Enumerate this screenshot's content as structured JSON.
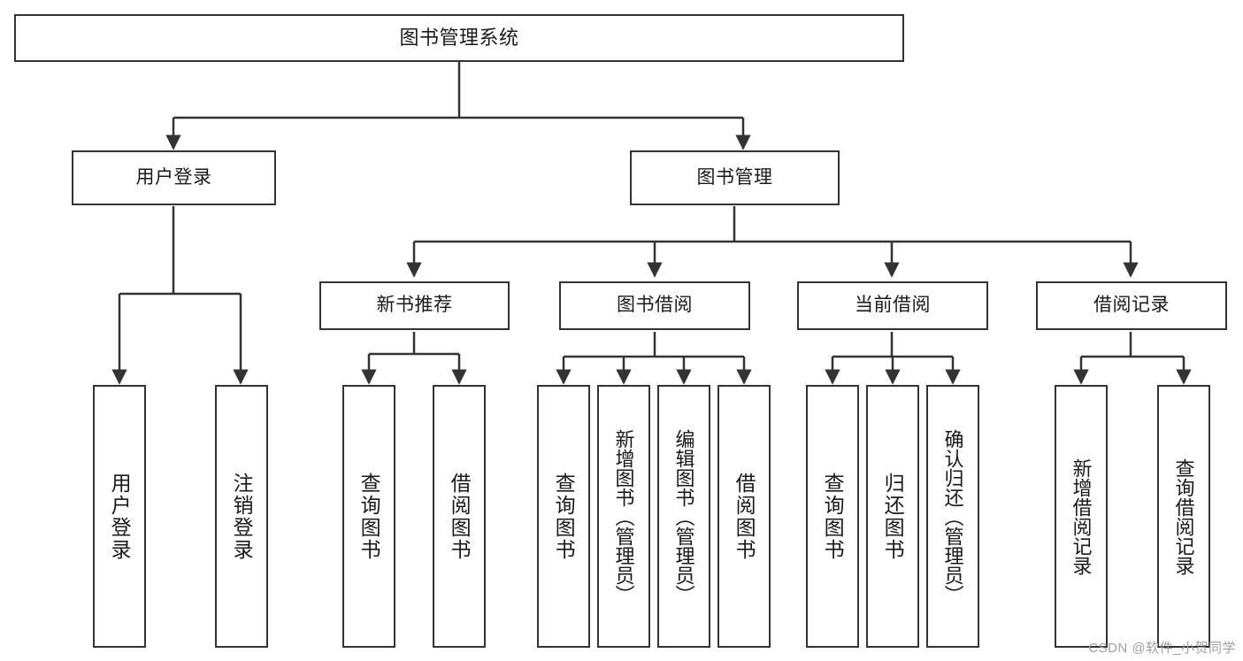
{
  "diagram": {
    "title": "图书管理系统",
    "type": "tree-hierarchy",
    "watermark": "CSDN @软件_小贺同学",
    "colors": {
      "border": "#333333",
      "background": "#ffffff",
      "text": "#1a1a1a",
      "edge": "#333333",
      "watermark": "#9e9e9e"
    }
  },
  "nodes": {
    "root": {
      "label": "图书管理系统"
    },
    "level1": [
      {
        "id": "user-login",
        "label": "用户登录"
      },
      {
        "id": "book-manage",
        "label": "图书管理"
      }
    ],
    "level2": [
      {
        "id": "new-book-rec",
        "label": "新书推荐"
      },
      {
        "id": "book-borrow",
        "label": "图书借阅"
      },
      {
        "id": "current-borrow",
        "label": "当前借阅"
      },
      {
        "id": "borrow-record",
        "label": "借阅记录"
      }
    ],
    "leaves": {
      "user-login": [
        {
          "id": "leaf-user-login",
          "label": "用户登录"
        },
        {
          "id": "leaf-logout",
          "label": "注销登录"
        }
      ],
      "new-book-rec": [
        {
          "id": "leaf-query-book-1",
          "label": "查询图书"
        },
        {
          "id": "leaf-borrow-book-1",
          "label": "借阅图书"
        }
      ],
      "book-borrow": [
        {
          "id": "leaf-query-book-2",
          "label": "查询图书"
        },
        {
          "id": "leaf-add-book",
          "label": "新增图书（管理员）"
        },
        {
          "id": "leaf-edit-book",
          "label": "编辑图书（管理员）"
        },
        {
          "id": "leaf-borrow-book-2",
          "label": "借阅图书"
        }
      ],
      "current-borrow": [
        {
          "id": "leaf-query-book-3",
          "label": "查询图书"
        },
        {
          "id": "leaf-return-book",
          "label": "归还图书"
        },
        {
          "id": "leaf-confirm-return",
          "label": "确认归还（管理员）"
        }
      ],
      "borrow-record": [
        {
          "id": "leaf-add-record",
          "label": "新增借阅记录"
        },
        {
          "id": "leaf-query-record",
          "label": "查询借阅记录"
        }
      ]
    }
  }
}
